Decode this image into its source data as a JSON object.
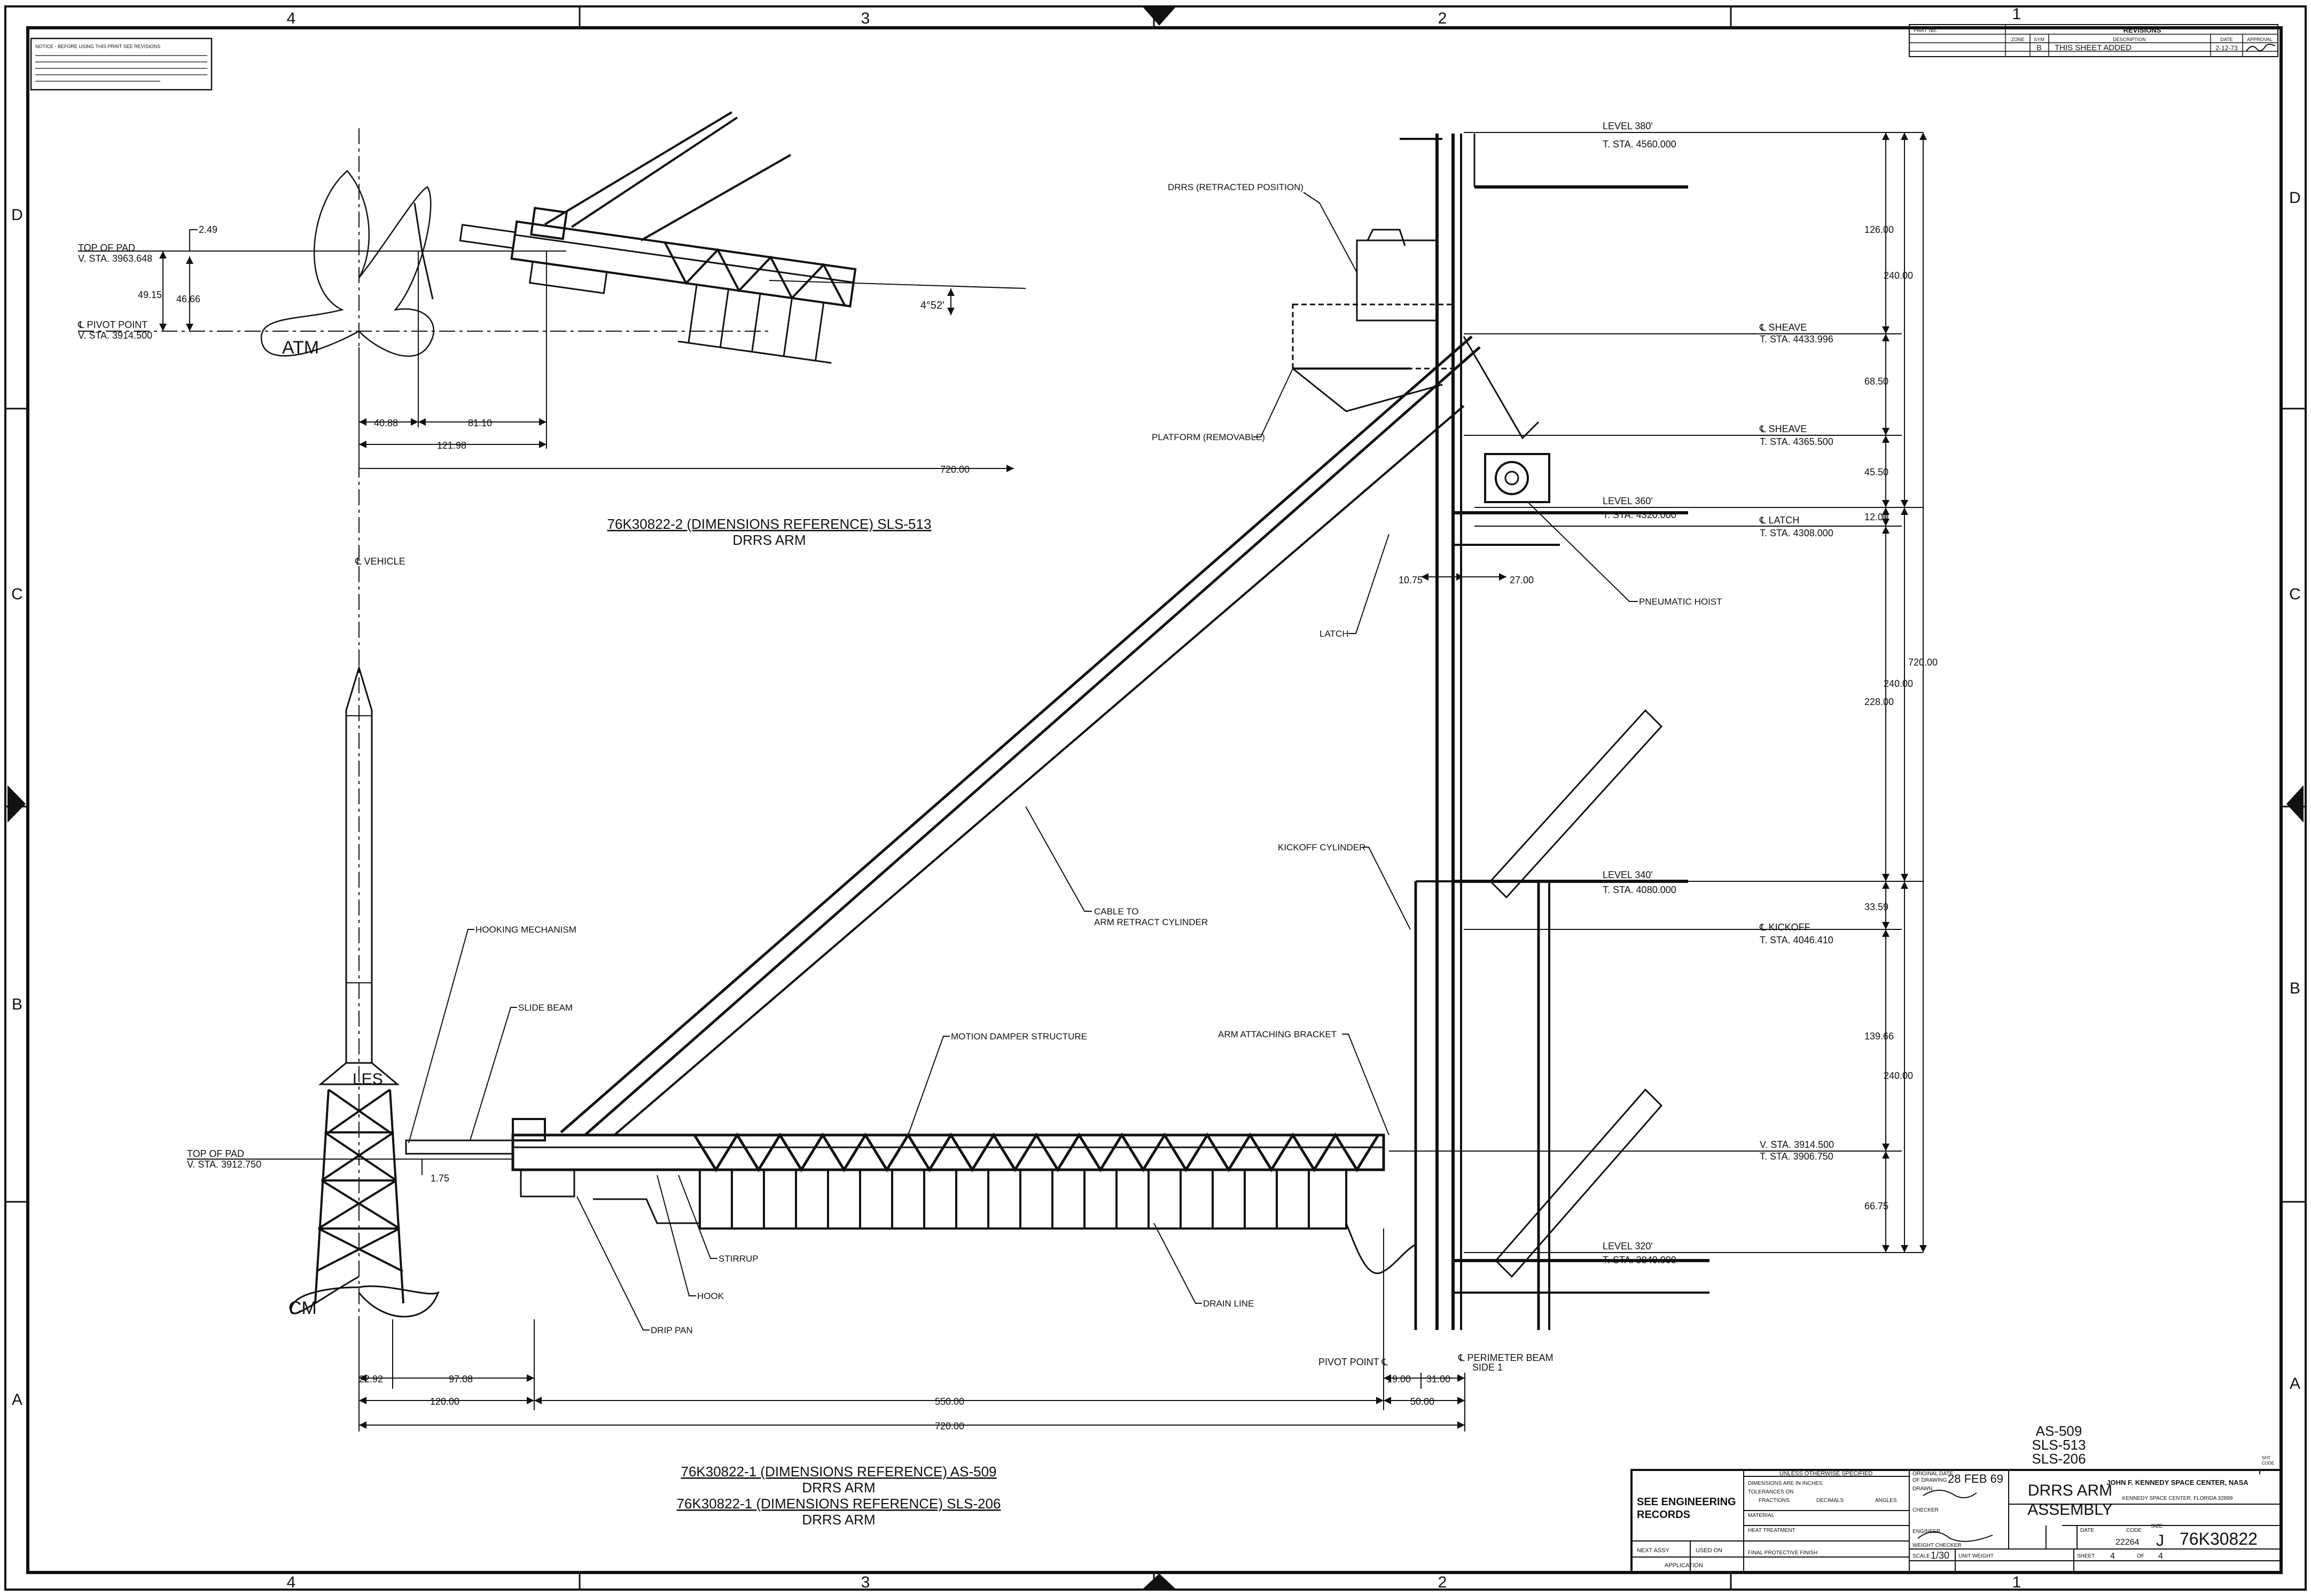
{
  "zones": {
    "columns": [
      "4",
      "3",
      "2",
      "1"
    ],
    "rows": [
      "D",
      "C",
      "B",
      "A"
    ]
  },
  "notice_text": "NOTICE - BEFORE USING THIS PRINT SEE REVISIONS",
  "revisions": {
    "header": {
      "part_no": "PART No.",
      "title": "REVISIONS",
      "zone": "ZONE",
      "sym": "SYM",
      "description": "DESCRIPTION",
      "date": "DATE",
      "approval": "APPROVAL"
    },
    "row": {
      "sym": "B",
      "description": "THIS SHEET ADDED",
      "date": "2-12-73"
    }
  },
  "top_view": {
    "title": "76K30822-2 (DIMENSIONS REFERENCE) SLS-513",
    "subtitle": "DRRS ARM",
    "labels": {
      "top_of_pad": "TOP OF PAD",
      "top_of_pad_sta": "V. STA. 3963.648",
      "pivot_point": "℄ PIVOT POINT",
      "pivot_point_sta": "V. STA. 3914.500",
      "atm": "ATM",
      "angle": "4°52'"
    },
    "dims": {
      "d249": "2.49",
      "d4915": "49.15",
      "d4666": "46.66",
      "d4088": "40.88",
      "d8110": "81.10",
      "d12198": "121.98",
      "d72000": "720.00"
    }
  },
  "main_view": {
    "vehicle": "℄ VEHICLE",
    "les": "LES",
    "cm": "CM",
    "callouts": {
      "drrs_retracted": "DRRS (RETRACTED POSITION)",
      "platform": "PLATFORM (REMOVABLE)",
      "latch": "LATCH",
      "pneumatic_hoist": "PNEUMATIC HOIST",
      "kickoff_cylinder": "KICKOFF CYLINDER",
      "cable_1": "CABLE TO",
      "cable_2": "ARM RETRACT CYLINDER",
      "hooking_mechanism": "HOOKING MECHANISM",
      "slide_beam": "SLIDE BEAM",
      "motion_damper": "MOTION DAMPER STRUCTURE",
      "arm_bracket": "ARM ATTACHING BRACKET",
      "stirrup": "STIRRUP",
      "hook": "HOOK",
      "drip_pan": "DRIP PAN",
      "drain_line": "DRAIN LINE",
      "top_of_pad": "TOP OF PAD",
      "top_of_pad_sta": "V. STA. 3912.750",
      "pivot_point": "PIVOT POINT ℄",
      "perimeter_beam": "℄ PERIMETER BEAM",
      "side_1": "SIDE 1"
    },
    "stations": {
      "level380": "LEVEL 380'",
      "sta4560": "T. STA. 4560.000",
      "sheave1": "℄ SHEAVE",
      "sta4433": "T. STA. 4433.996",
      "sheave2": "℄ SHEAVE",
      "sta4365": "T. STA. 4365.500",
      "level360": "LEVEL 360'",
      "sta4320": "T. STA. 4320.000",
      "latch_cl": "℄ LATCH",
      "sta4308": "T. STA. 4308.000",
      "level340": "LEVEL 340'",
      "sta4080": "T. STA. 4080.000",
      "kickoff_cl": "℄ KICKOFF",
      "sta4046": "T. STA. 4046.410",
      "vsta3914": "V. STA. 3914.500",
      "tsta3906": "T. STA. 3906.750",
      "level320": "LEVEL 320'",
      "sta3840": "T. STA. 3840.000"
    },
    "dims": {
      "v12600": "126.00",
      "v24000a": "240.00",
      "v6850": "68.50",
      "v4550": "45.50",
      "v1200": "12.00",
      "v72000": "720.00",
      "v24000b": "240.00",
      "v22800": "228.00",
      "v3359": "33.59",
      "v13966": "139.66",
      "v24000c": "240.00",
      "v6675": "66.75",
      "h1075": "10.75",
      "h2700": "27.00",
      "h175": "1.75",
      "h2292": "22.92",
      "h9708": "97.08",
      "h12000": "120.00",
      "h55000": "550.00",
      "h72000": "720.00",
      "h1900": "19.00",
      "h3100": "31.00",
      "h5000": "50.00"
    }
  },
  "bottom_titles": {
    "line1": "76K30822-1 (DIMENSIONS REFERENCE) AS-509",
    "line2": "DRRS ARM",
    "line3": "76K30822-1 (DIMENSIONS REFERENCE) SLS-206",
    "line4": "DRRS ARM"
  },
  "applicability": [
    "AS-509",
    "SLS-513",
    "SLS-206"
  ],
  "title_block": {
    "records_1": "SEE ENGINEERING",
    "records_2": "RECORDS",
    "unless": "UNLESS OTHERWISE SPECIFIED",
    "dims_in_inches": "DIMENSIONS ARE IN INCHES",
    "tolerances": "TOLERANCES ON",
    "fractions": "FRACTIONS",
    "decimals": "DECIMALS",
    "angles": "ANGLES",
    "material": "MATERIAL",
    "heat_treatment": "HEAT TREATMENT",
    "final_finish": "FINAL PROTECTIVE FINISH",
    "next_assy": "NEXT ASSY",
    "used_on": "USED ON",
    "application": "APPLICATION",
    "original_date": "ORIGINAL DATE",
    "of_drawing": "OF DRAWING",
    "date_value": "28 FEB 69",
    "drawn": "DRAWN",
    "checker": "CHECKER",
    "engineer": "ENGINEER",
    "weight_checker": "WEIGHT CHECKER",
    "title_1": "DRRS ARM",
    "title_2": "ASSEMBLY",
    "agency": "JOHN F. KENNEDY SPACE CENTER, NASA",
    "agency_sub": "KENNEDY SPACE CENTER, FLORIDA 32899",
    "date_label": "DATE",
    "code_label": "CODE",
    "code_value": "22264",
    "size_label": "SIZE",
    "size_value": "J",
    "drawing_no": "76K30822",
    "scale_label": "SCALE",
    "scale_value": "1/30",
    "unit_weight": "UNIT WEIGHT",
    "sheet_label": "SHEET",
    "sheet_value": "4",
    "of_label": "OF",
    "sheet_total": "4",
    "sheet_code": "SHT",
    "sheet_code2": "CODE"
  }
}
